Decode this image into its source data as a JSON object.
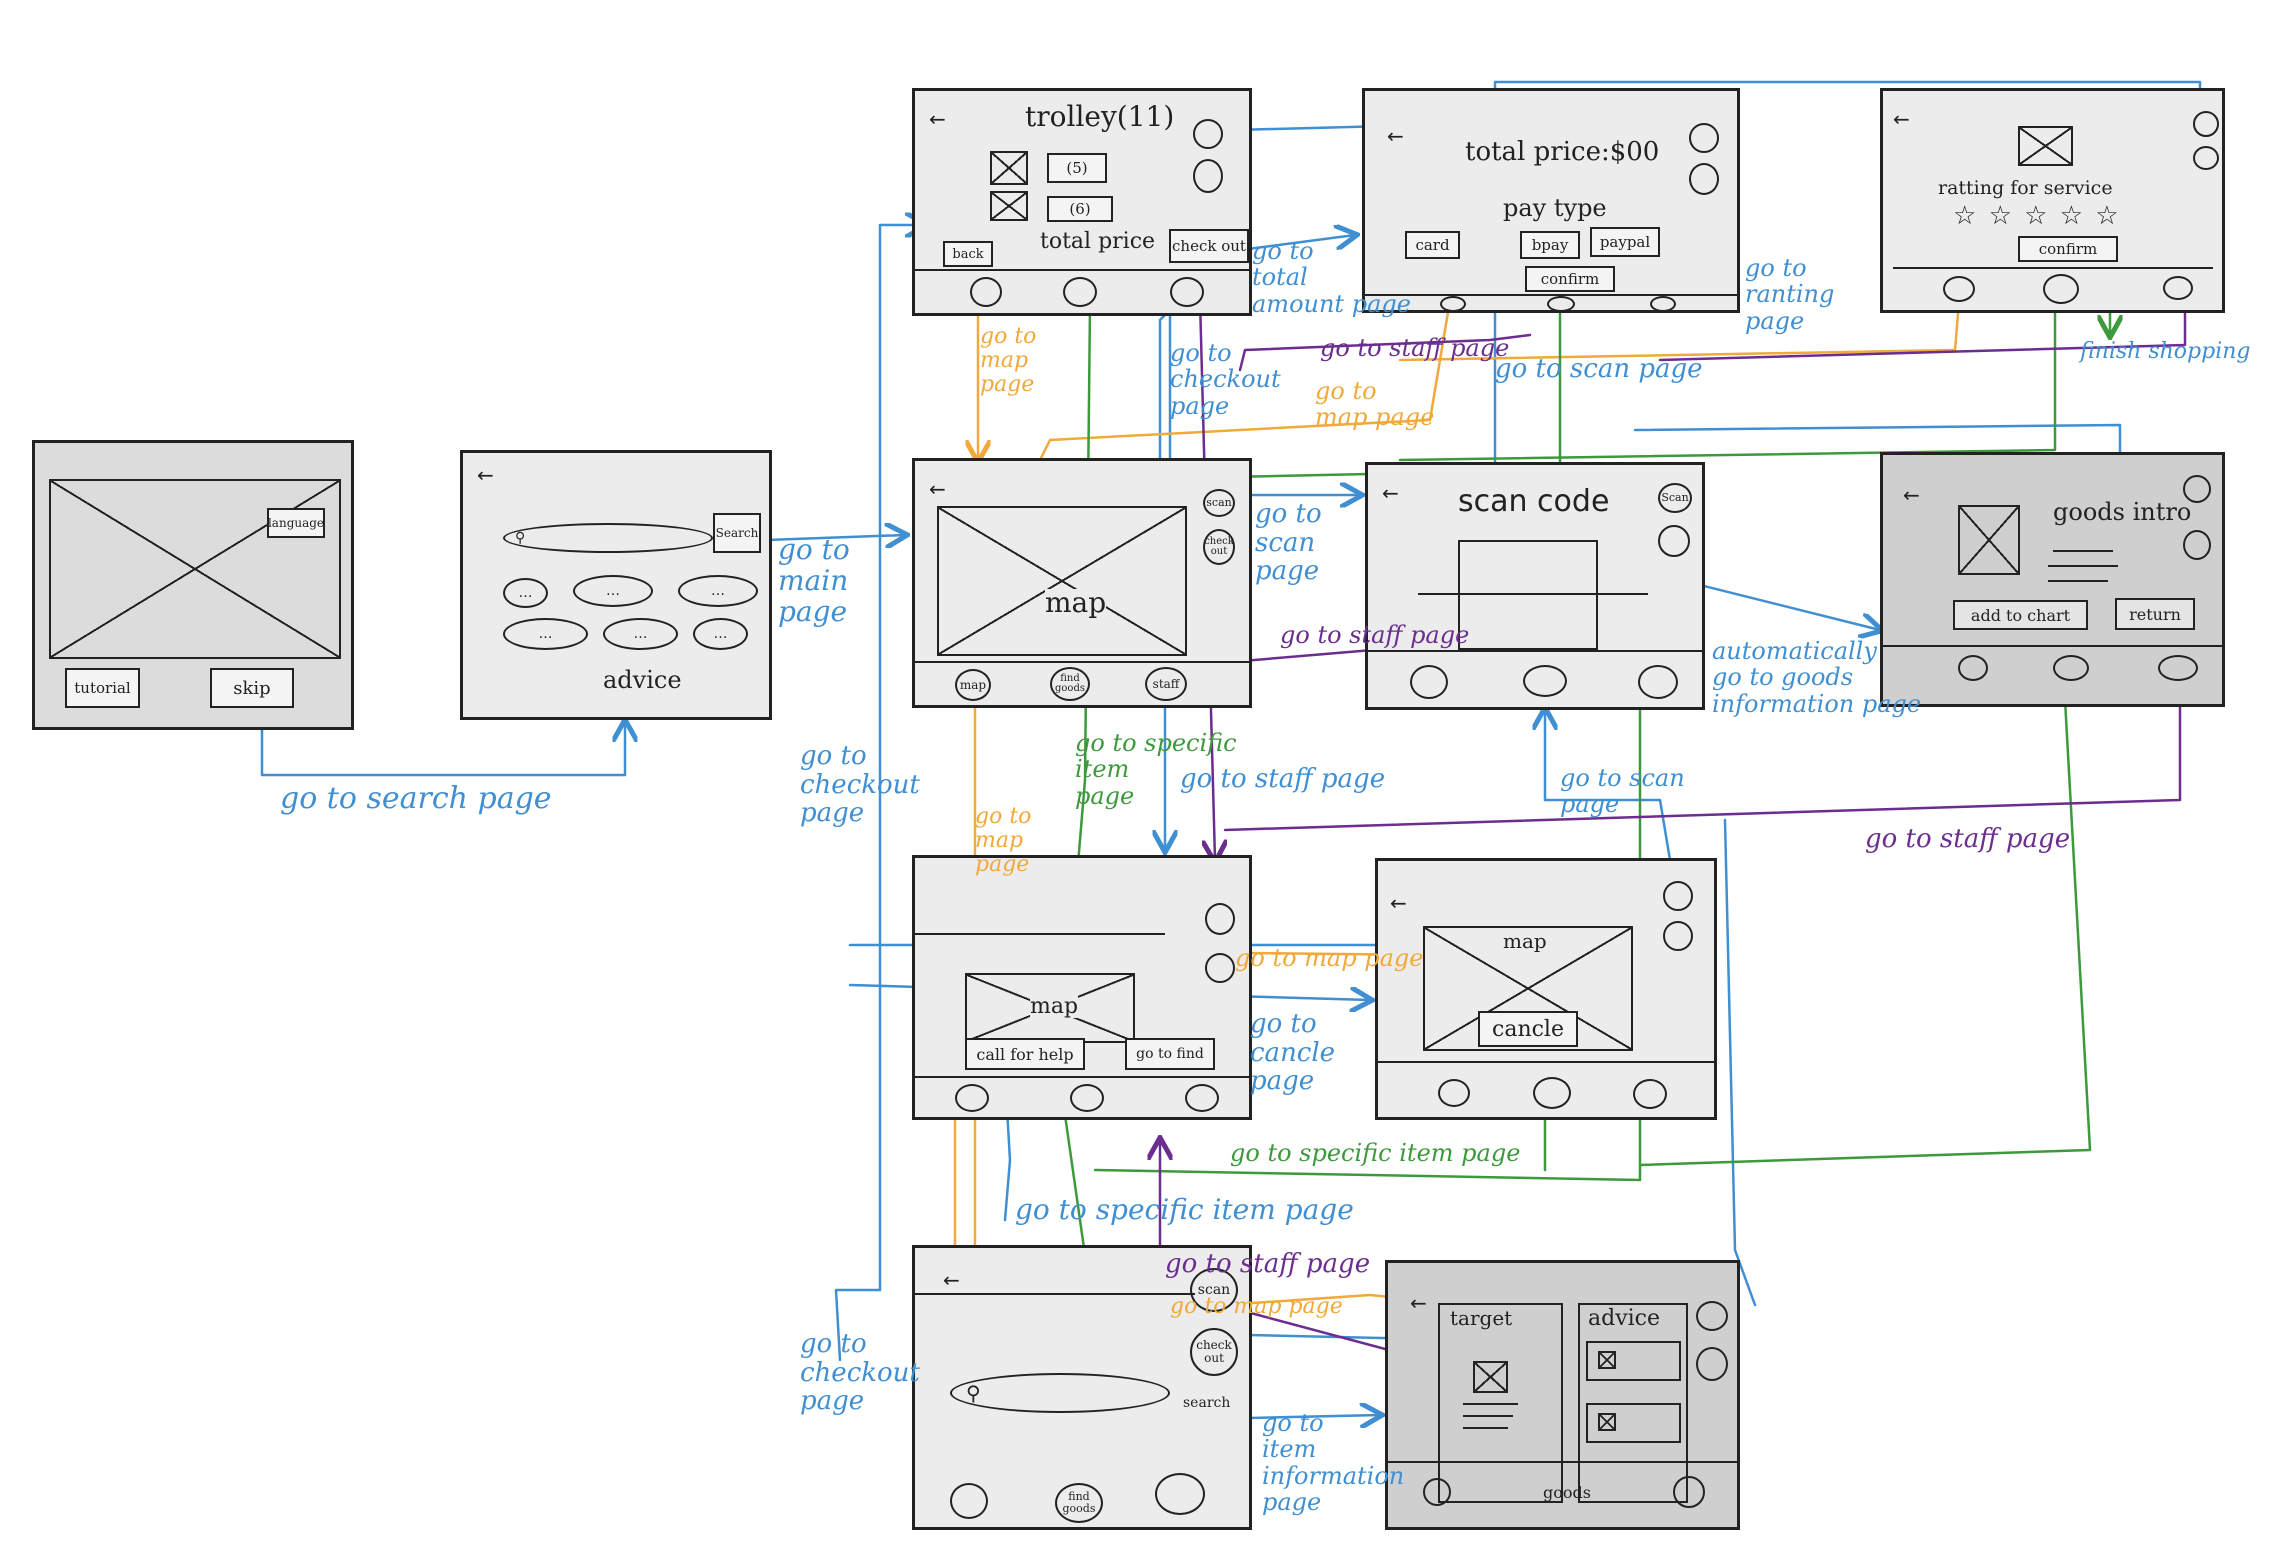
{
  "colors": {
    "blue": "#3f8fd2",
    "orange": "#f0a93a",
    "green": "#3c9a3c",
    "purple": "#6b2d8f"
  },
  "screens": {
    "start": {
      "language": "language",
      "tutorial": "tutorial",
      "skip": "skip"
    },
    "search": {
      "search": "Search",
      "advice": "advice"
    },
    "trolley": {
      "title": "trolley(11)",
      "item1_qty": "(5)",
      "item2_qty": "(6)",
      "total": "total price",
      "back": "back",
      "checkout": "check out"
    },
    "total_price": {
      "title": "total price:$00",
      "pay_type": "pay type",
      "card": "card",
      "bpay": "bpay",
      "paypal": "paypal",
      "confirm": "confirm"
    },
    "rating": {
      "title": "ratting for service",
      "stars": "☆ ☆ ☆ ☆ ☆",
      "confirm": "confirm"
    },
    "main": {
      "map": "map",
      "map_btn": "map",
      "find_goods": "find goods",
      "staff": "staff",
      "scan": "scan",
      "checkout": "check out"
    },
    "scan": {
      "title": "scan code",
      "scan": "Scan"
    },
    "goods": {
      "title": "goods intro",
      "add": "add to chart",
      "return": "return"
    },
    "staff": {
      "map": "map",
      "call": "call for help",
      "find": "go to find"
    },
    "cancel": {
      "map": "map",
      "cancel": "cancle"
    },
    "find_goods": {
      "scan": "scan",
      "checkout": "check out",
      "search": "search",
      "find_goods": "find goods"
    },
    "item_info": {
      "target": "target",
      "advice": "advice",
      "goods": "goods"
    }
  },
  "labels": {
    "go_search": "go to search page",
    "go_main": "go to\nmain\npage",
    "go_map_1": "go to\nmap\npage",
    "go_checkout_1": "go to\ncheckout\npage",
    "go_total": "go to\ntotal\namount page",
    "go_staff_1": "go to staff page",
    "go_map_2": "go to\nmap page",
    "go_scan_1": "go to scan page",
    "go_rating": "go to\nranting\npage",
    "finish": "finish shopping",
    "go_scan_2": "go to\nscan\npage",
    "go_staff_2": "go to staff page",
    "auto": "automatically\ngo to goods\ninformation page",
    "go_checkout_2": "go to\ncheckout\npage",
    "go_map_3": "go to\nmap\npage",
    "go_specific_1": "go to specific\nitem\npage",
    "go_staff_3": "go to staff page",
    "go_scan_3": "go to scan\npage",
    "go_staff_4": "go to staff page",
    "go_map_4": "go to map page",
    "go_cancel": "go to\ncancle\npage",
    "go_specific_2": "go to specific item page",
    "go_specific_3": "go to specific item page",
    "go_staff_5": "go to staff page",
    "go_map_5": "go to map page",
    "go_checkout_3": "go to\ncheckout\npage",
    "go_item_info": "go to\nitem\ninformation\npage"
  }
}
